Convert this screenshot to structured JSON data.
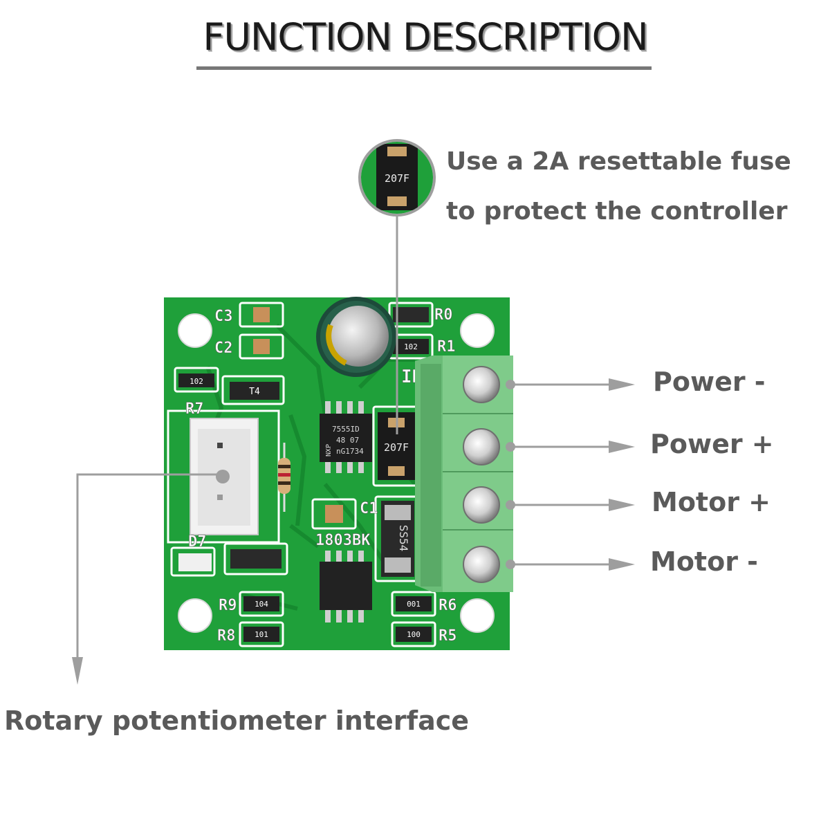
{
  "title": "FUNCTION DESCRIPTION",
  "fuse_note": {
    "line1": "Use a 2A resettable fuse",
    "line2": "to protect the controller"
  },
  "terminals": [
    {
      "label": "Power -"
    },
    {
      "label": "Power +"
    },
    {
      "label": "Motor +"
    },
    {
      "label": "Motor -"
    }
  ],
  "potentiometer_note": "Rotary potentiometer interface",
  "board": {
    "silkscreen": {
      "c3": "C3",
      "c2": "C2",
      "r0": "R0",
      "r1": "R1",
      "r7": "R7",
      "d7": "D7",
      "r9": "R9",
      "r8": "R8",
      "r6": "R6",
      "r5": "R5",
      "c1": "C1",
      "in": "IN",
      "ic_label": "1803BK",
      "t4": "T4"
    },
    "chip_timer": {
      "line1": "7555ID",
      "line2": "48 07",
      "line3": "nG1734",
      "brand": "NXP"
    },
    "fuse_code": "207F",
    "diode_code": "SS54",
    "resistor_codes": {
      "r7": "102",
      "r1": "102",
      "r9": "104",
      "r8": "101",
      "r6": "001",
      "r5": "100"
    },
    "colors": {
      "pcb": "#1fa03a",
      "pcb_dark": "#13782a",
      "terminal_block": "#73c27f",
      "annotation": "#9e9e9e"
    }
  }
}
